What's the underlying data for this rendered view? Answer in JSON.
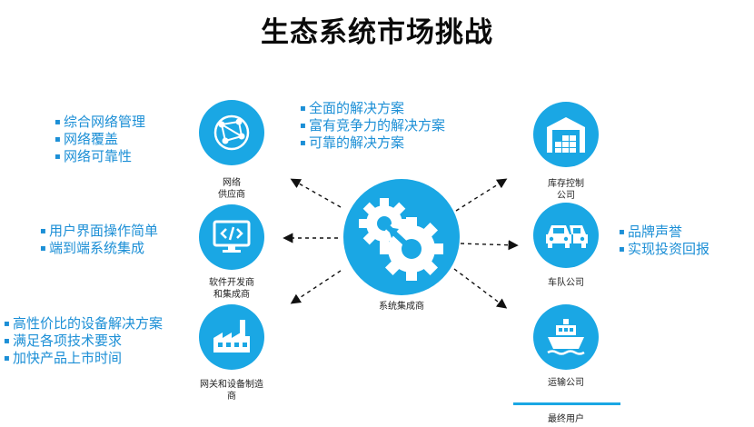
{
  "title": "生态系统市场挑战",
  "center": {
    "label": "系统集成商",
    "icon": "gears-icon"
  },
  "left_nodes": [
    {
      "label_lines": [
        "网络",
        "供应商"
      ],
      "icon": "network-globe-icon",
      "bullets": [
        "综合网络管理",
        "网络覆盖",
        "网络可靠性"
      ]
    },
    {
      "label_lines": [
        "软件开发商",
        "和集成商"
      ],
      "icon": "code-monitor-icon",
      "bullets": [
        "用户界面操作简单",
        "端到端系统集成"
      ]
    },
    {
      "label_lines": [
        "网关和设备制造",
        "商"
      ],
      "icon": "factory-icon",
      "bullets": [
        "高性价比的设备解决方案",
        "满足各项技术要求",
        "加快产品上市时间"
      ]
    }
  ],
  "top_bullets": [
    "全面的解决方案",
    "富有竞争力的解决方案",
    "可靠的解决方案"
  ],
  "right_nodes": [
    {
      "label_lines": [
        "库存控制",
        "公司"
      ],
      "icon": "warehouse-icon"
    },
    {
      "label_lines": [
        "车队公司"
      ],
      "icon": "car-fleet-icon",
      "bullets": [
        "品牌声誉",
        "实现投资回报"
      ]
    },
    {
      "label_lines": [
        "运输公司"
      ],
      "icon": "ship-icon"
    }
  ],
  "end_users_label": "最终用户",
  "colors": {
    "accent": "#1aa7e4",
    "bullet_text": "#1c8fd6",
    "title": "#0a0a0a"
  }
}
